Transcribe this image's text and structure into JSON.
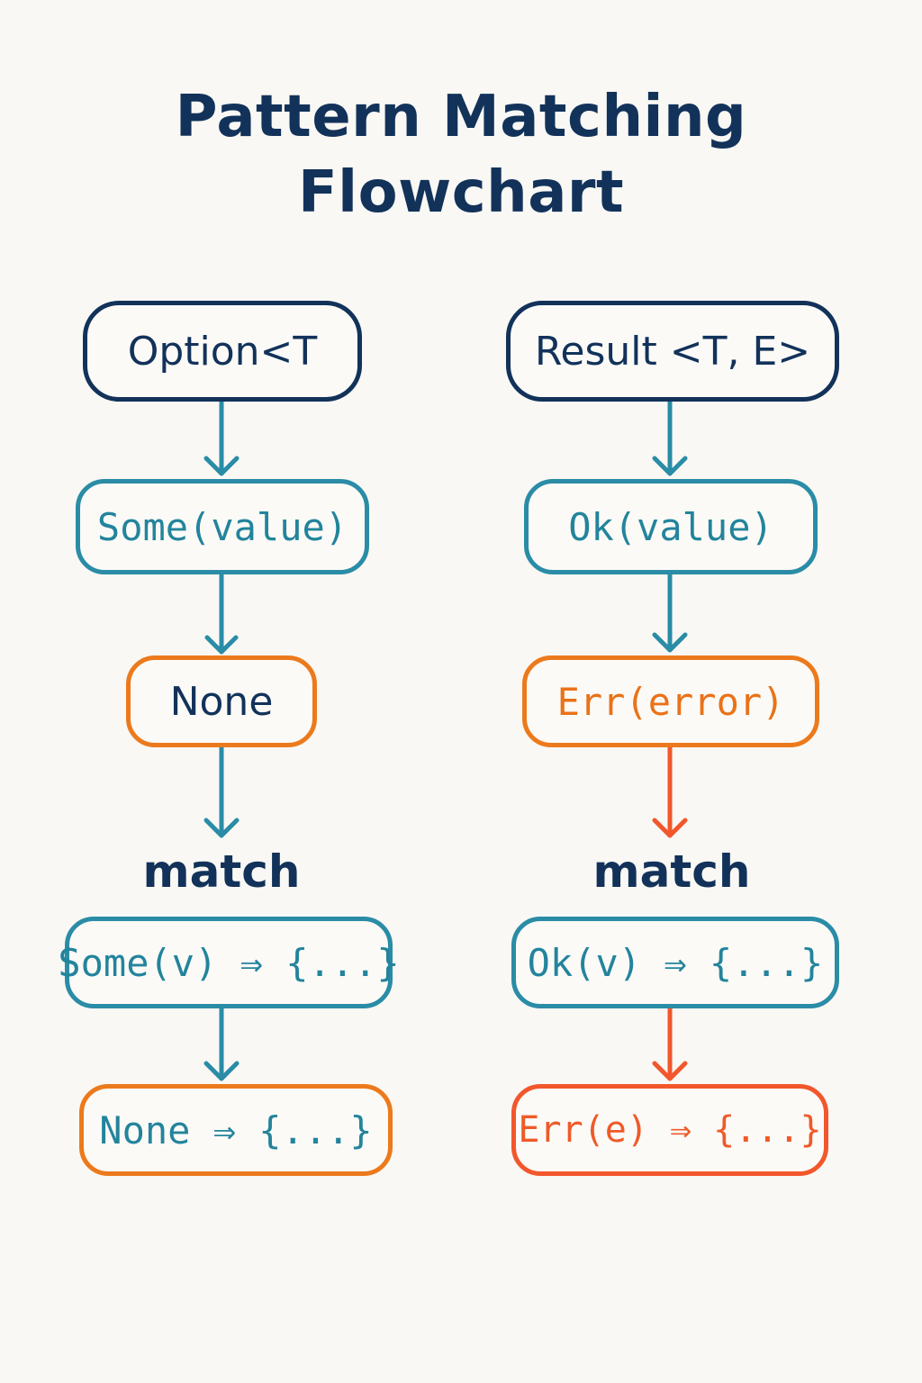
{
  "title": {
    "line1": "Pattern Matching",
    "line2": "Flowchart"
  },
  "colors": {
    "navy": "#12325a",
    "teal": "#2a8ca6",
    "orange": "#ec7a1c",
    "red": "#f2572c",
    "background": "#f9f8f4"
  },
  "option_column": {
    "header": "Option<T",
    "some_variant": "Some(value)",
    "none_variant": "None",
    "match_label": "match",
    "some_arm": "Some(v) ⇒ {...}",
    "none_arm": "None ⇒ {...}"
  },
  "result_column": {
    "header": "Result <T, E>",
    "ok_variant": "Ok(value)",
    "err_variant": "Err(error)",
    "match_label": "match",
    "ok_arm": "Ok(v) ⇒ {...}",
    "err_arm": "Err(e) ⇒ {...}"
  }
}
